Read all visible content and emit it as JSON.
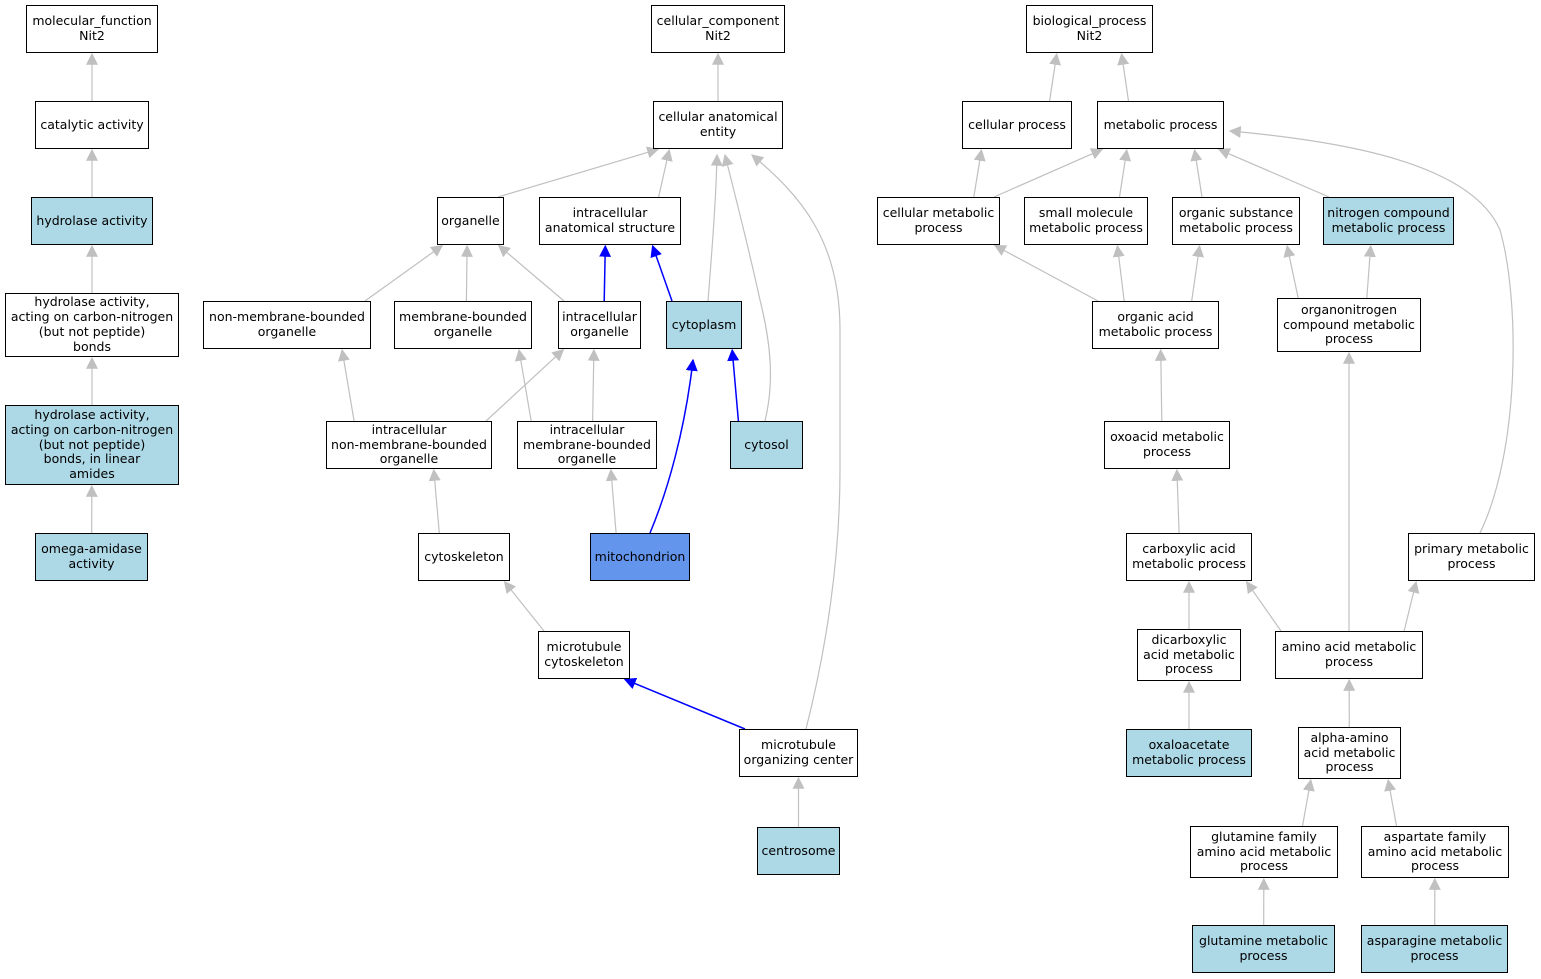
{
  "colors": {
    "plain": "#ffffff",
    "highlight": "#add8e6",
    "focus": "#6495ed",
    "edge_default": "#c0c0c0",
    "edge_focus": "#0000ff",
    "border": "#000000"
  },
  "nodes": {
    "mf_root": {
      "label": "molecular_function\nNit2",
      "style": "plain"
    },
    "catalytic_activity": {
      "label": "catalytic activity",
      "style": "plain"
    },
    "hydrolase_activity": {
      "label": "hydrolase activity",
      "style": "highlight"
    },
    "hydrolase_cn": {
      "label": "hydrolase activity,\nacting on carbon-nitrogen\n(but not peptide)\nbonds",
      "style": "plain"
    },
    "hydrolase_cn_linear": {
      "label": "hydrolase activity,\nacting on carbon-nitrogen\n(but not peptide)\nbonds, in linear\namides",
      "style": "highlight"
    },
    "omega_amidase": {
      "label": "omega-amidase\nactivity",
      "style": "highlight"
    },
    "cc_root": {
      "label": "cellular_component\nNit2",
      "style": "plain"
    },
    "cellular_anatomical_entity": {
      "label": "cellular anatomical\nentity",
      "style": "plain"
    },
    "organelle": {
      "label": "organelle",
      "style": "plain"
    },
    "intracellular_anatomical_structure": {
      "label": "intracellular\nanatomical structure",
      "style": "plain"
    },
    "non_membrane_bounded_organelle": {
      "label": "non-membrane-bounded\norganelle",
      "style": "plain"
    },
    "membrane_bounded_organelle": {
      "label": "membrane-bounded\norganelle",
      "style": "plain"
    },
    "intracellular_organelle": {
      "label": "intracellular\norganelle",
      "style": "plain"
    },
    "cytoplasm": {
      "label": "cytoplasm",
      "style": "highlight"
    },
    "intracellular_nmb_organelle": {
      "label": "intracellular\nnon-membrane-bounded\norganelle",
      "style": "plain"
    },
    "intracellular_mb_organelle": {
      "label": "intracellular\nmembrane-bounded\norganelle",
      "style": "plain"
    },
    "cytosol": {
      "label": "cytosol",
      "style": "highlight"
    },
    "cytoskeleton": {
      "label": "cytoskeleton",
      "style": "plain"
    },
    "mitochondrion": {
      "label": "mitochondrion",
      "style": "focus"
    },
    "microtubule_cytoskeleton": {
      "label": "microtubule\ncytoskeleton",
      "style": "plain"
    },
    "mtoc": {
      "label": "microtubule\norganizing center",
      "style": "plain"
    },
    "centrosome": {
      "label": "centrosome",
      "style": "highlight"
    },
    "bp_root": {
      "label": "biological_process\nNit2",
      "style": "plain"
    },
    "cellular_process": {
      "label": "cellular process",
      "style": "plain"
    },
    "metabolic_process": {
      "label": "metabolic process",
      "style": "plain"
    },
    "cellular_metabolic_process": {
      "label": "cellular metabolic\nprocess",
      "style": "plain"
    },
    "small_molecule_mp": {
      "label": "small molecule\nmetabolic process",
      "style": "plain"
    },
    "organic_substance_mp": {
      "label": "organic substance\nmetabolic process",
      "style": "plain"
    },
    "nitrogen_compound_mp": {
      "label": "nitrogen compound\nmetabolic process",
      "style": "highlight"
    },
    "organic_acid_mp": {
      "label": "organic acid\nmetabolic process",
      "style": "plain"
    },
    "organonitrogen_mp": {
      "label": "organonitrogen\ncompound metabolic\nprocess",
      "style": "plain"
    },
    "oxoacid_mp": {
      "label": "oxoacid metabolic\nprocess",
      "style": "plain"
    },
    "carboxylic_acid_mp": {
      "label": "carboxylic acid\nmetabolic process",
      "style": "plain"
    },
    "primary_mp": {
      "label": "primary metabolic\nprocess",
      "style": "plain"
    },
    "dicarboxylic_acid_mp": {
      "label": "dicarboxylic\nacid metabolic\nprocess",
      "style": "plain"
    },
    "amino_acid_mp": {
      "label": "amino acid metabolic\nprocess",
      "style": "plain"
    },
    "oxaloacetate_mp": {
      "label": "oxaloacetate\nmetabolic process",
      "style": "highlight"
    },
    "alpha_amino_acid_mp": {
      "label": "alpha-amino\nacid metabolic\nprocess",
      "style": "plain"
    },
    "glutamine_family_mp": {
      "label": "glutamine family\namino acid metabolic\nprocess",
      "style": "plain"
    },
    "aspartate_family_mp": {
      "label": "aspartate family\namino acid metabolic\nprocess",
      "style": "plain"
    },
    "glutamine_mp": {
      "label": "glutamine metabolic\nprocess",
      "style": "highlight"
    },
    "asparagine_mp": {
      "label": "asparagine metabolic\nprocess",
      "style": "highlight"
    }
  },
  "edges": [
    {
      "from": "catalytic_activity",
      "to": "mf_root",
      "style": "default"
    },
    {
      "from": "hydrolase_activity",
      "to": "catalytic_activity",
      "style": "default"
    },
    {
      "from": "hydrolase_cn",
      "to": "hydrolase_activity",
      "style": "default"
    },
    {
      "from": "hydrolase_cn_linear",
      "to": "hydrolase_cn",
      "style": "default"
    },
    {
      "from": "omega_amidase",
      "to": "hydrolase_cn_linear",
      "style": "default"
    },
    {
      "from": "cellular_anatomical_entity",
      "to": "cc_root",
      "style": "default"
    },
    {
      "from": "organelle",
      "to": "cellular_anatomical_entity",
      "style": "default"
    },
    {
      "from": "intracellular_anatomical_structure",
      "to": "cellular_anatomical_entity",
      "style": "default"
    },
    {
      "from": "cytoplasm",
      "to": "cellular_anatomical_entity",
      "style": "default"
    },
    {
      "from": "cytosol",
      "to": "cellular_anatomical_entity",
      "style": "default"
    },
    {
      "from": "mtoc",
      "to": "cellular_anatomical_entity",
      "style": "default"
    },
    {
      "from": "non_membrane_bounded_organelle",
      "to": "organelle",
      "style": "default"
    },
    {
      "from": "membrane_bounded_organelle",
      "to": "organelle",
      "style": "default"
    },
    {
      "from": "intracellular_organelle",
      "to": "organelle",
      "style": "default"
    },
    {
      "from": "intracellular_organelle",
      "to": "intracellular_anatomical_structure",
      "style": "focus"
    },
    {
      "from": "cytoplasm",
      "to": "intracellular_anatomical_structure",
      "style": "focus"
    },
    {
      "from": "intracellular_nmb_organelle",
      "to": "non_membrane_bounded_organelle",
      "style": "default"
    },
    {
      "from": "intracellular_nmb_organelle",
      "to": "intracellular_organelle",
      "style": "default"
    },
    {
      "from": "intracellular_mb_organelle",
      "to": "membrane_bounded_organelle",
      "style": "default"
    },
    {
      "from": "intracellular_mb_organelle",
      "to": "intracellular_organelle",
      "style": "default"
    },
    {
      "from": "cytosol",
      "to": "cytoplasm",
      "style": "focus"
    },
    {
      "from": "mitochondrion",
      "to": "cytoplasm",
      "style": "focus"
    },
    {
      "from": "mitochondrion",
      "to": "intracellular_mb_organelle",
      "style": "default"
    },
    {
      "from": "cytoskeleton",
      "to": "intracellular_nmb_organelle",
      "style": "default"
    },
    {
      "from": "microtubule_cytoskeleton",
      "to": "cytoskeleton",
      "style": "default"
    },
    {
      "from": "mtoc",
      "to": "microtubule_cytoskeleton",
      "style": "focus"
    },
    {
      "from": "centrosome",
      "to": "mtoc",
      "style": "default"
    },
    {
      "from": "cellular_process",
      "to": "bp_root",
      "style": "default"
    },
    {
      "from": "metabolic_process",
      "to": "bp_root",
      "style": "default"
    },
    {
      "from": "cellular_metabolic_process",
      "to": "cellular_process",
      "style": "default"
    },
    {
      "from": "cellular_metabolic_process",
      "to": "metabolic_process",
      "style": "default"
    },
    {
      "from": "small_molecule_mp",
      "to": "metabolic_process",
      "style": "default"
    },
    {
      "from": "organic_substance_mp",
      "to": "metabolic_process",
      "style": "default"
    },
    {
      "from": "nitrogen_compound_mp",
      "to": "metabolic_process",
      "style": "default"
    },
    {
      "from": "primary_mp",
      "to": "metabolic_process",
      "style": "default"
    },
    {
      "from": "organic_acid_mp",
      "to": "cellular_metabolic_process",
      "style": "default"
    },
    {
      "from": "organic_acid_mp",
      "to": "small_molecule_mp",
      "style": "default"
    },
    {
      "from": "organic_acid_mp",
      "to": "organic_substance_mp",
      "style": "default"
    },
    {
      "from": "organonitrogen_mp",
      "to": "organic_substance_mp",
      "style": "default"
    },
    {
      "from": "organonitrogen_mp",
      "to": "nitrogen_compound_mp",
      "style": "default"
    },
    {
      "from": "oxoacid_mp",
      "to": "organic_acid_mp",
      "style": "default"
    },
    {
      "from": "carboxylic_acid_mp",
      "to": "oxoacid_mp",
      "style": "default"
    },
    {
      "from": "dicarboxylic_acid_mp",
      "to": "carboxylic_acid_mp",
      "style": "default"
    },
    {
      "from": "amino_acid_mp",
      "to": "carboxylic_acid_mp",
      "style": "default"
    },
    {
      "from": "amino_acid_mp",
      "to": "organonitrogen_mp",
      "style": "default"
    },
    {
      "from": "amino_acid_mp",
      "to": "primary_mp",
      "style": "default"
    },
    {
      "from": "oxaloacetate_mp",
      "to": "dicarboxylic_acid_mp",
      "style": "default"
    },
    {
      "from": "alpha_amino_acid_mp",
      "to": "amino_acid_mp",
      "style": "default"
    },
    {
      "from": "glutamine_family_mp",
      "to": "alpha_amino_acid_mp",
      "style": "default"
    },
    {
      "from": "aspartate_family_mp",
      "to": "alpha_amino_acid_mp",
      "style": "default"
    },
    {
      "from": "glutamine_mp",
      "to": "glutamine_family_mp",
      "style": "default"
    },
    {
      "from": "asparagine_mp",
      "to": "aspartate_family_mp",
      "style": "default"
    }
  ]
}
